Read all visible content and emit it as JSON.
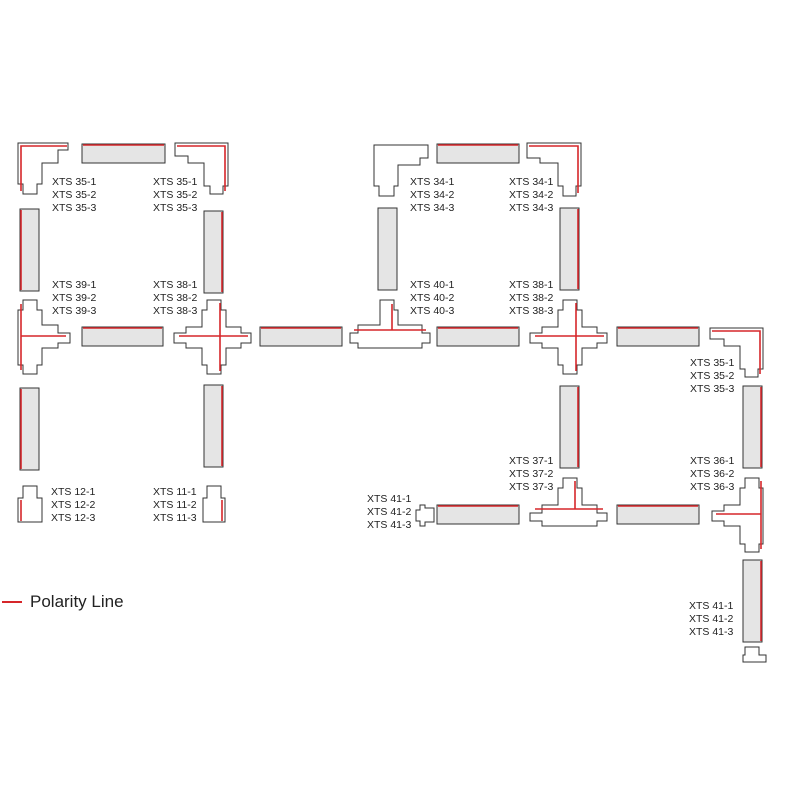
{
  "legend": {
    "label": "Polarity Line",
    "color": "#d6262a"
  },
  "colors": {
    "rail_fill": "#e5e5e5",
    "outline": "#333333",
    "polarity": "#d6262a"
  },
  "labels": [
    [
      "XTS 35-1",
      "XTS 35-2",
      "XTS 35-3"
    ],
    [
      "XTS 35-1",
      "XTS 35-2",
      "XTS 35-3"
    ],
    [
      "XTS 34-1",
      "XTS 34-2",
      "XTS 34-3"
    ],
    [
      "XTS 34-1",
      "XTS 34-2",
      "XTS 34-3"
    ],
    [
      "XTS 39-1",
      "XTS 39-2",
      "XTS 39-3"
    ],
    [
      "XTS 38-1",
      "XTS 38-2",
      "XTS 38-3"
    ],
    [
      "XTS 40-1",
      "XTS 40-2",
      "XTS 40-3"
    ],
    [
      "XTS 38-1",
      "XTS 38-2",
      "XTS 38-3"
    ],
    [
      "XTS 35-1",
      "XTS 35-2",
      "XTS 35-3"
    ],
    [
      "XTS 37-1",
      "XTS 37-2",
      "XTS 37-3"
    ],
    [
      "XTS 36-1",
      "XTS 36-2",
      "XTS 36-3"
    ],
    [
      "XTS 12-1",
      "XTS 12-2",
      "XTS 12-3"
    ],
    [
      "XTS 11-1",
      "XTS 11-2",
      "XTS 11-3"
    ],
    [
      "XTS 41-1",
      "XTS 41-2",
      "XTS 41-3"
    ],
    [
      "XTS 41-1",
      "XTS 41-2",
      "XTS 41-3"
    ]
  ]
}
